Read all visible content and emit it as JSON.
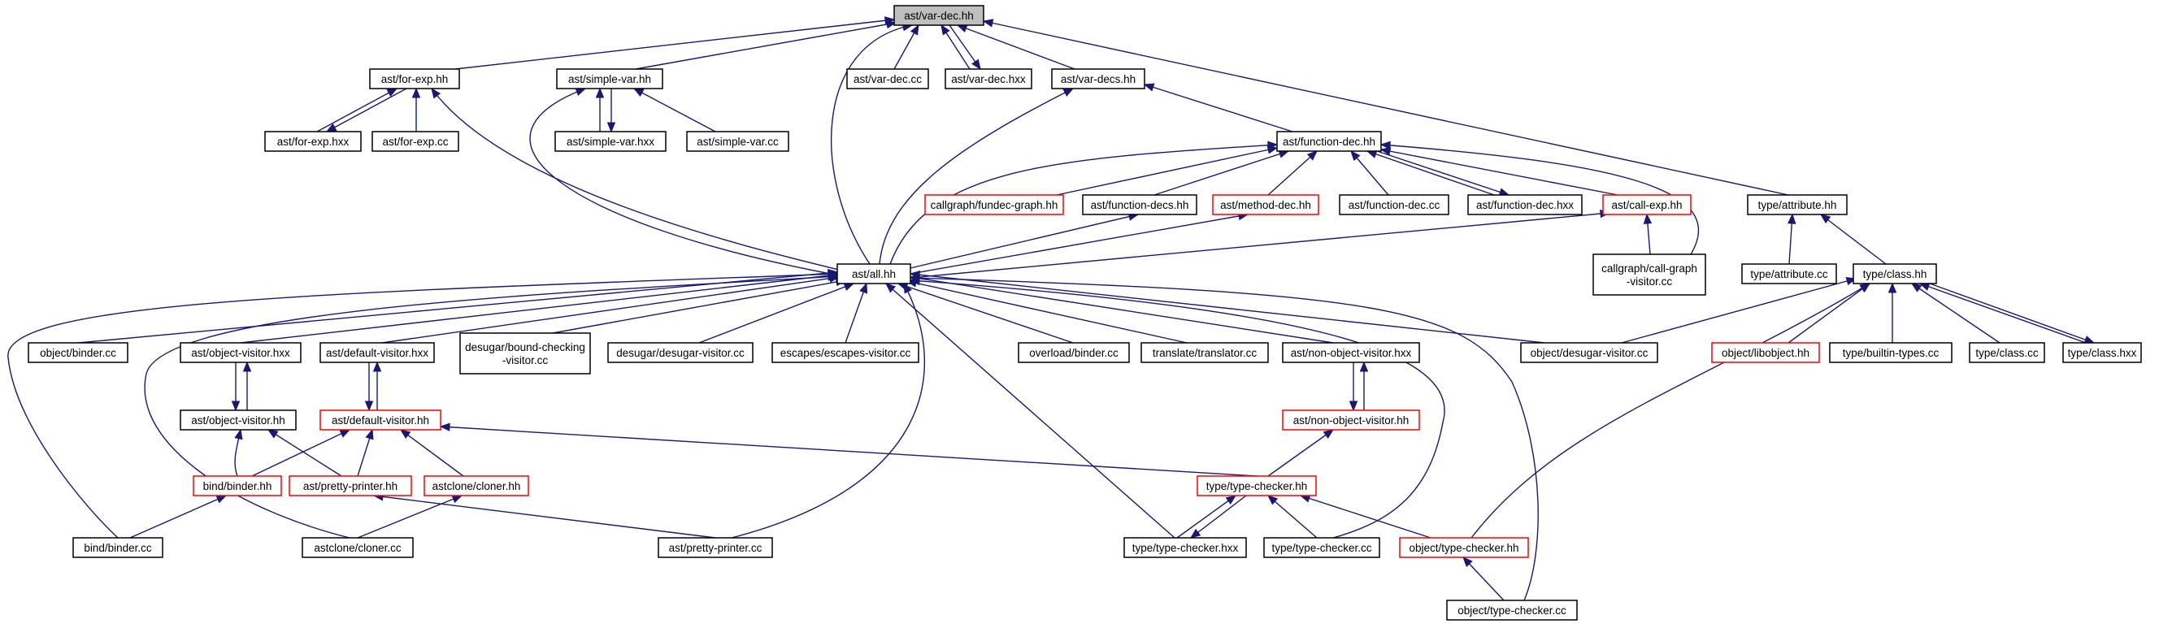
{
  "diagram": {
    "nodes": [
      {
        "id": "var_dec_hh",
        "label": [
          "ast/var-dec.hh"
        ],
        "style": "root"
      },
      {
        "id": "for_exp_hh",
        "label": [
          "ast/for-exp.hh"
        ],
        "style": "normal"
      },
      {
        "id": "simple_var_hh",
        "label": [
          "ast/simple-var.hh"
        ],
        "style": "normal"
      },
      {
        "id": "var_dec_cc",
        "label": [
          "ast/var-dec.cc"
        ],
        "style": "normal"
      },
      {
        "id": "var_dec_hxx",
        "label": [
          "ast/var-dec.hxx"
        ],
        "style": "normal"
      },
      {
        "id": "var_decs_hh",
        "label": [
          "ast/var-decs.hh"
        ],
        "style": "normal"
      },
      {
        "id": "for_exp_hxx",
        "label": [
          "ast/for-exp.hxx"
        ],
        "style": "normal"
      },
      {
        "id": "for_exp_cc",
        "label": [
          "ast/for-exp.cc"
        ],
        "style": "normal"
      },
      {
        "id": "simple_var_hxx",
        "label": [
          "ast/simple-var.hxx"
        ],
        "style": "normal"
      },
      {
        "id": "simple_var_cc",
        "label": [
          "ast/simple-var.cc"
        ],
        "style": "normal"
      },
      {
        "id": "function_dec_hh",
        "label": [
          "ast/function-dec.hh"
        ],
        "style": "normal"
      },
      {
        "id": "fundec_graph_hh",
        "label": [
          "callgraph/fundec-graph.hh"
        ],
        "style": "red"
      },
      {
        "id": "function_decs_hh",
        "label": [
          "ast/function-decs.hh"
        ],
        "style": "normal"
      },
      {
        "id": "method_dec_hh",
        "label": [
          "ast/method-dec.hh"
        ],
        "style": "red"
      },
      {
        "id": "function_dec_cc",
        "label": [
          "ast/function-dec.cc"
        ],
        "style": "normal"
      },
      {
        "id": "function_dec_hxx",
        "label": [
          "ast/function-dec.hxx"
        ],
        "style": "normal"
      },
      {
        "id": "call_exp_hh",
        "label": [
          "ast/call-exp.hh"
        ],
        "style": "red"
      },
      {
        "id": "attribute_hh",
        "label": [
          "type/attribute.hh"
        ],
        "style": "normal"
      },
      {
        "id": "call_graph_visitor_cc",
        "label": [
          "callgraph/call-graph",
          "-visitor.cc"
        ],
        "style": "normal"
      },
      {
        "id": "attribute_cc",
        "label": [
          "type/attribute.cc"
        ],
        "style": "normal"
      },
      {
        "id": "class_hh",
        "label": [
          "type/class.hh"
        ],
        "style": "normal"
      },
      {
        "id": "all_hh",
        "label": [
          "ast/all.hh"
        ],
        "style": "normal"
      },
      {
        "id": "object_binder_cc",
        "label": [
          "object/binder.cc"
        ],
        "style": "normal"
      },
      {
        "id": "object_visitor_hxx",
        "label": [
          "ast/object-visitor.hxx"
        ],
        "style": "normal"
      },
      {
        "id": "default_visitor_hxx",
        "label": [
          "ast/default-visitor.hxx"
        ],
        "style": "normal"
      },
      {
        "id": "bound_checking_visitor_cc",
        "label": [
          "desugar/bound-checking",
          "-visitor.cc"
        ],
        "style": "normal"
      },
      {
        "id": "desugar_visitor_cc",
        "label": [
          "desugar/desugar-visitor.cc"
        ],
        "style": "normal"
      },
      {
        "id": "escapes_visitor_cc",
        "label": [
          "escapes/escapes-visitor.cc"
        ],
        "style": "normal"
      },
      {
        "id": "overload_binder_cc",
        "label": [
          "overload/binder.cc"
        ],
        "style": "normal"
      },
      {
        "id": "translator_cc",
        "label": [
          "translate/translator.cc"
        ],
        "style": "normal"
      },
      {
        "id": "non_object_visitor_hxx",
        "label": [
          "ast/non-object-visitor.hxx"
        ],
        "style": "normal"
      },
      {
        "id": "object_desugar_visitor_cc",
        "label": [
          "object/desugar-visitor.cc"
        ],
        "style": "normal"
      },
      {
        "id": "libobject_hh",
        "label": [
          "object/libobject.hh"
        ],
        "style": "red"
      },
      {
        "id": "builtin_types_cc",
        "label": [
          "type/builtin-types.cc"
        ],
        "style": "normal"
      },
      {
        "id": "class_cc",
        "label": [
          "type/class.cc"
        ],
        "style": "normal"
      },
      {
        "id": "class_hxx",
        "label": [
          "type/class.hxx"
        ],
        "style": "normal"
      },
      {
        "id": "object_visitor_hh",
        "label": [
          "ast/object-visitor.hh"
        ],
        "style": "normal"
      },
      {
        "id": "default_visitor_hh",
        "label": [
          "ast/default-visitor.hh"
        ],
        "style": "red"
      },
      {
        "id": "non_object_visitor_hh",
        "label": [
          "ast/non-object-visitor.hh"
        ],
        "style": "red"
      },
      {
        "id": "bind_binder_hh",
        "label": [
          "bind/binder.hh"
        ],
        "style": "red"
      },
      {
        "id": "pretty_printer_hh",
        "label": [
          "ast/pretty-printer.hh"
        ],
        "style": "red"
      },
      {
        "id": "cloner_hh",
        "label": [
          "astclone/cloner.hh"
        ],
        "style": "red"
      },
      {
        "id": "type_checker_hh",
        "label": [
          "type/type-checker.hh"
        ],
        "style": "red"
      },
      {
        "id": "bind_binder_cc",
        "label": [
          "bind/binder.cc"
        ],
        "style": "normal"
      },
      {
        "id": "cloner_cc",
        "label": [
          "astclone/cloner.cc"
        ],
        "style": "normal"
      },
      {
        "id": "pretty_printer_cc",
        "label": [
          "ast/pretty-printer.cc"
        ],
        "style": "normal"
      },
      {
        "id": "type_checker_hxx",
        "label": [
          "type/type-checker.hxx"
        ],
        "style": "normal"
      },
      {
        "id": "type_checker_cc",
        "label": [
          "type/type-checker.cc"
        ],
        "style": "normal"
      },
      {
        "id": "object_type_checker_hh",
        "label": [
          "object/type-checker.hh"
        ],
        "style": "red"
      },
      {
        "id": "object_type_checker_cc",
        "label": [
          "object/type-checker.cc"
        ],
        "style": "normal"
      }
    ],
    "edges": [
      [
        "var_dec_hh",
        "for_exp_hh"
      ],
      [
        "var_dec_hh",
        "simple_var_hh"
      ],
      [
        "var_dec_hh",
        "var_dec_cc"
      ],
      [
        "var_dec_hh",
        "var_dec_hxx"
      ],
      [
        "var_dec_hh",
        "var_decs_hh"
      ],
      [
        "var_dec_hh",
        "attribute_hh"
      ],
      [
        "var_dec_hh",
        "all_hh"
      ],
      [
        "var_dec_hxx",
        "var_dec_hh"
      ],
      [
        "for_exp_hh",
        "for_exp_hxx"
      ],
      [
        "for_exp_hh",
        "for_exp_cc"
      ],
      [
        "for_exp_hh",
        "all_hh"
      ],
      [
        "for_exp_hxx",
        "for_exp_hh"
      ],
      [
        "simple_var_hh",
        "simple_var_hxx"
      ],
      [
        "simple_var_hh",
        "simple_var_cc"
      ],
      [
        "simple_var_hh",
        "all_hh"
      ],
      [
        "simple_var_hxx",
        "simple_var_hh"
      ],
      [
        "var_decs_hh",
        "function_dec_hh"
      ],
      [
        "var_decs_hh",
        "all_hh"
      ],
      [
        "function_dec_hh",
        "fundec_graph_hh"
      ],
      [
        "function_dec_hh",
        "function_decs_hh"
      ],
      [
        "function_dec_hh",
        "method_dec_hh"
      ],
      [
        "function_dec_hh",
        "function_dec_cc"
      ],
      [
        "function_dec_hh",
        "function_dec_hxx"
      ],
      [
        "function_dec_hh",
        "call_exp_hh"
      ],
      [
        "function_dec_hh",
        "call_graph_visitor_cc"
      ],
      [
        "function_dec_hh",
        "all_hh"
      ],
      [
        "function_dec_hxx",
        "function_dec_hh"
      ],
      [
        "function_decs_hh",
        "all_hh"
      ],
      [
        "method_dec_hh",
        "all_hh"
      ],
      [
        "call_exp_hh",
        "all_hh"
      ],
      [
        "call_exp_hh",
        "call_graph_visitor_cc"
      ],
      [
        "attribute_hh",
        "attribute_cc"
      ],
      [
        "attribute_hh",
        "class_hh"
      ],
      [
        "class_hh",
        "object_desugar_visitor_cc"
      ],
      [
        "class_hh",
        "libobject_hh"
      ],
      [
        "class_hh",
        "builtin_types_cc"
      ],
      [
        "class_hh",
        "class_cc"
      ],
      [
        "class_hh",
        "class_hxx"
      ],
      [
        "class_hh",
        "object_type_checker_hh"
      ],
      [
        "class_hxx",
        "class_hh"
      ],
      [
        "all_hh",
        "object_binder_cc"
      ],
      [
        "all_hh",
        "object_visitor_hxx"
      ],
      [
        "all_hh",
        "default_visitor_hxx"
      ],
      [
        "all_hh",
        "bound_checking_visitor_cc"
      ],
      [
        "all_hh",
        "desugar_visitor_cc"
      ],
      [
        "all_hh",
        "escapes_visitor_cc"
      ],
      [
        "all_hh",
        "overload_binder_cc"
      ],
      [
        "all_hh",
        "translator_cc"
      ],
      [
        "all_hh",
        "non_object_visitor_hxx"
      ],
      [
        "all_hh",
        "object_desugar_visitor_cc"
      ],
      [
        "all_hh",
        "bind_binder_cc"
      ],
      [
        "all_hh",
        "cloner_cc"
      ],
      [
        "all_hh",
        "pretty_printer_cc"
      ],
      [
        "all_hh",
        "type_checker_hxx"
      ],
      [
        "all_hh",
        "type_checker_cc"
      ],
      [
        "all_hh",
        "object_type_checker_cc"
      ],
      [
        "object_visitor_hxx",
        "object_visitor_hh"
      ],
      [
        "object_visitor_hh",
        "object_visitor_hxx"
      ],
      [
        "object_visitor_hh",
        "bind_binder_hh"
      ],
      [
        "object_visitor_hh",
        "pretty_printer_hh"
      ],
      [
        "default_visitor_hxx",
        "default_visitor_hh"
      ],
      [
        "default_visitor_hh",
        "default_visitor_hxx"
      ],
      [
        "default_visitor_hh",
        "bind_binder_hh"
      ],
      [
        "default_visitor_hh",
        "pretty_printer_hh"
      ],
      [
        "default_visitor_hh",
        "cloner_hh"
      ],
      [
        "default_visitor_hh",
        "type_checker_hh"
      ],
      [
        "non_object_visitor_hxx",
        "non_object_visitor_hh"
      ],
      [
        "non_object_visitor_hh",
        "non_object_visitor_hxx"
      ],
      [
        "non_object_visitor_hh",
        "type_checker_hh"
      ],
      [
        "bind_binder_hh",
        "bind_binder_cc"
      ],
      [
        "cloner_hh",
        "cloner_cc"
      ],
      [
        "pretty_printer_hh",
        "pretty_printer_cc"
      ],
      [
        "type_checker_hh",
        "type_checker_hxx"
      ],
      [
        "type_checker_hh",
        "type_checker_cc"
      ],
      [
        "type_checker_hh",
        "object_type_checker_hh"
      ],
      [
        "type_checker_hxx",
        "type_checker_hh"
      ],
      [
        "object_type_checker_hh",
        "object_type_checker_cc"
      ]
    ]
  }
}
